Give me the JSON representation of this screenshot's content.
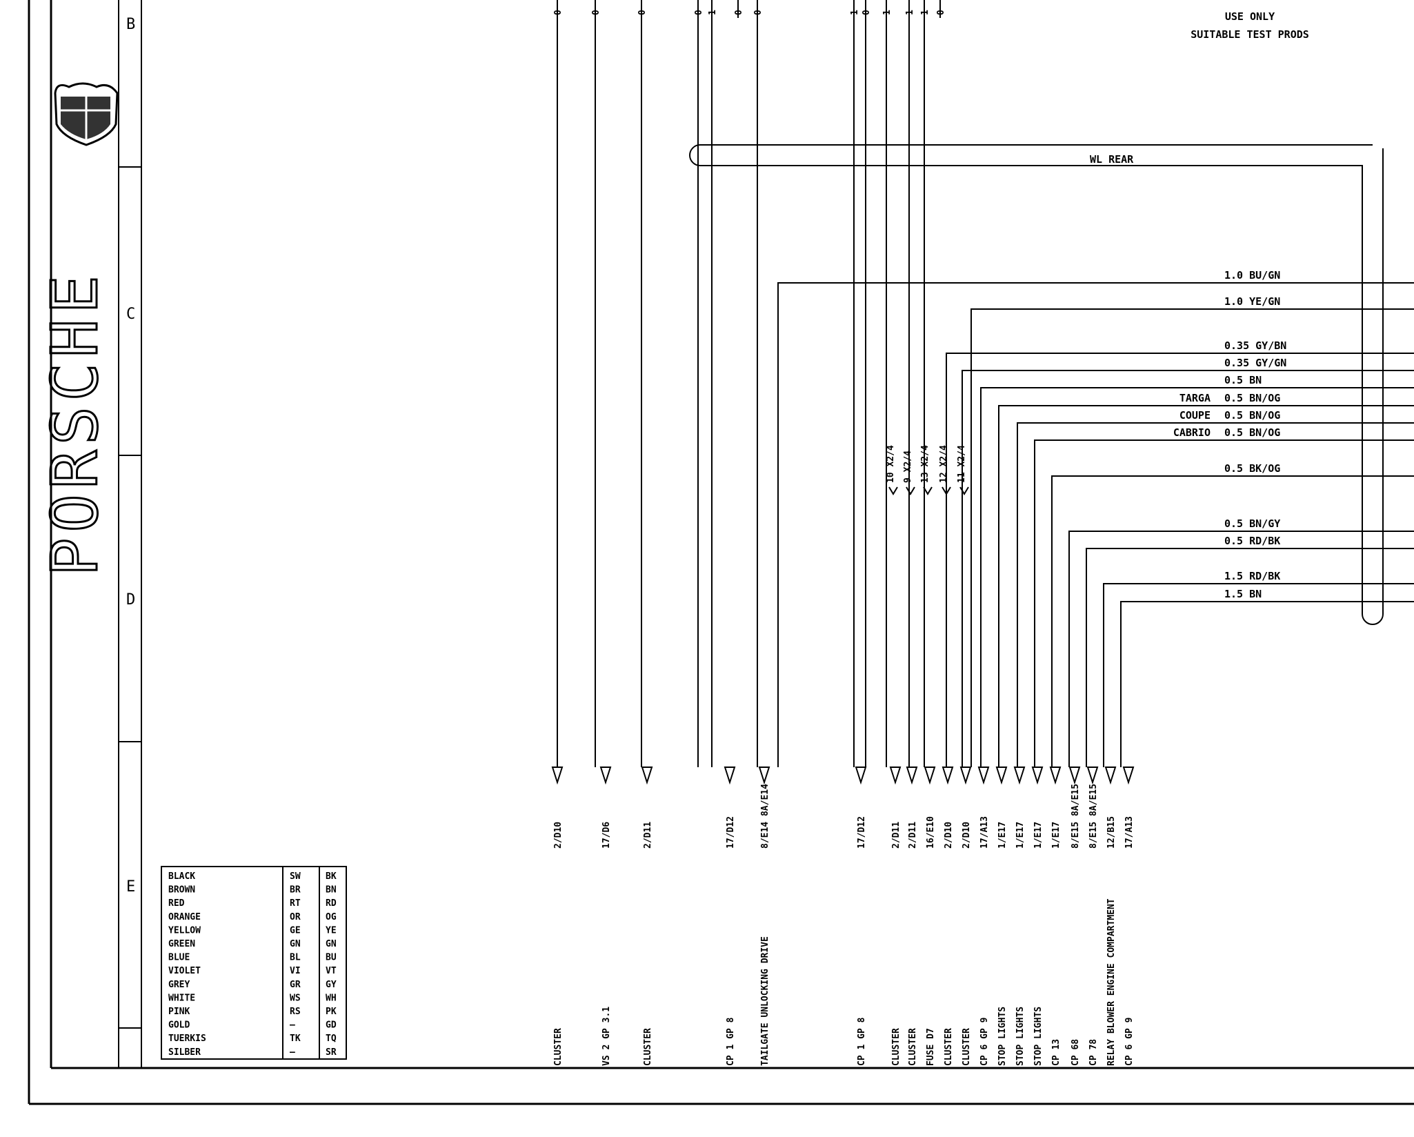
{
  "notice": {
    "line1": "USE ONLY",
    "line2": "SUITABLE TEST PRODS"
  },
  "brand": {
    "logo_text": "PORSCHE"
  },
  "grid_rows": [
    "B",
    "C",
    "D",
    "E"
  ],
  "loop_label": "WL REAR",
  "top_terminals": [
    "0",
    "0",
    "0",
    "0",
    "1",
    "0",
    "0",
    "1",
    "0",
    "1",
    "1",
    "1",
    "0"
  ],
  "wires": [
    {
      "text": "1.0 BU/GN",
      "prefix": ""
    },
    {
      "text": "1.0 YE/GN",
      "prefix": ""
    },
    {
      "text": "0.35 GY/BN",
      "prefix": ""
    },
    {
      "text": "0.35 GY/GN",
      "prefix": ""
    },
    {
      "text": "0.5 BN",
      "prefix": ""
    },
    {
      "text": "0.5 BN/OG",
      "prefix": "TARGA"
    },
    {
      "text": "0.5 BN/OG",
      "prefix": "COUPE"
    },
    {
      "text": "0.5 BN/OG",
      "prefix": "CABRIO"
    },
    {
      "text": "0.5 BK/OG",
      "prefix": ""
    },
    {
      "text": "0.5 BN/GY",
      "prefix": ""
    },
    {
      "text": "0.5 RD/BK",
      "prefix": ""
    },
    {
      "text": "1.5 RD/BK",
      "prefix": ""
    },
    {
      "text": "1.5 BN",
      "prefix": ""
    }
  ],
  "connectors": [
    "10 X2/4",
    "9 X2/4",
    "13 X2/4",
    "12 X2/4",
    "11 X2/4"
  ],
  "destinations": [
    {
      "name": "CLUSTER",
      "ref": "2/D10"
    },
    {
      "name": "VS 2 GP 3.1",
      "ref": "17/D6"
    },
    {
      "name": "CLUSTER",
      "ref": "2/D11"
    },
    {
      "name": "CP 1 GP 8",
      "ref": "17/D12"
    },
    {
      "name": "TAILGATE UNLOCKING DRIVE",
      "ref": "8/E14 8A/E14"
    },
    {
      "name": "CP 1 GP 8",
      "ref": "17/D12"
    },
    {
      "name": "CLUSTER",
      "ref": "2/D11"
    },
    {
      "name": "CLUSTER",
      "ref": "2/D11"
    },
    {
      "name": "FUSE D7",
      "ref": "16/E10"
    },
    {
      "name": "CLUSTER",
      "ref": "2/D10"
    },
    {
      "name": "CLUSTER",
      "ref": "2/D10"
    },
    {
      "name": "CP 6 GP 9",
      "ref": "17/A13"
    },
    {
      "name": "STOP LIGHTS",
      "ref": "1/E17"
    },
    {
      "name": "STOP LIGHTS",
      "ref": "1/E17"
    },
    {
      "name": "STOP LIGHTS",
      "ref": "1/E17"
    },
    {
      "name": "CP 13",
      "ref": "1/E17"
    },
    {
      "name": "CP 68",
      "ref": "8/E15 8A/E15"
    },
    {
      "name": "CP 78",
      "ref": "8/E15 8A/E15"
    },
    {
      "name": "RELAY BLOWER ENGINE COMPARTMENT",
      "ref": "12/B15"
    },
    {
      "name": "CP 6 GP 9",
      "ref": "17/A13"
    }
  ],
  "color_legend": [
    {
      "name": "BLACK",
      "de": "SW",
      "en": "BK"
    },
    {
      "name": "BROWN",
      "de": "BR",
      "en": "BN"
    },
    {
      "name": "RED",
      "de": "RT",
      "en": "RD"
    },
    {
      "name": "ORANGE",
      "de": "OR",
      "en": "OG"
    },
    {
      "name": "YELLOW",
      "de": "GE",
      "en": "YE"
    },
    {
      "name": "GREEN",
      "de": "GN",
      "en": "GN"
    },
    {
      "name": "BLUE",
      "de": "BL",
      "en": "BU"
    },
    {
      "name": "VIOLET",
      "de": "VI",
      "en": "VT"
    },
    {
      "name": "GREY",
      "de": "GR",
      "en": "GY"
    },
    {
      "name": "WHITE",
      "de": "WS",
      "en": "WH"
    },
    {
      "name": "PINK",
      "de": "RS",
      "en": "PK"
    },
    {
      "name": "GOLD",
      "de": "—",
      "en": "GD"
    },
    {
      "name": "TUERKIS",
      "de": "TK",
      "en": "TQ"
    },
    {
      "name": "SILBER",
      "de": "—",
      "en": "SR"
    }
  ]
}
